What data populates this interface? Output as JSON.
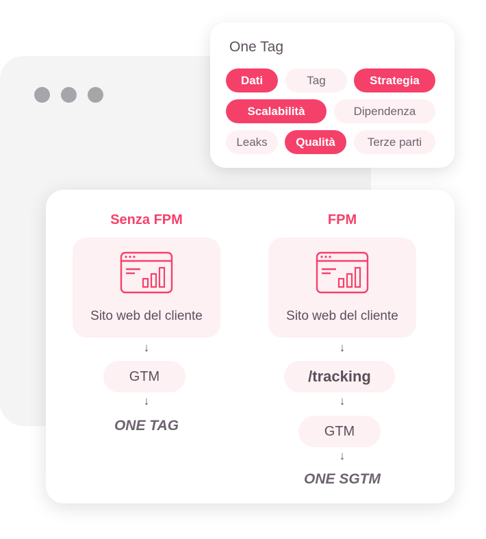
{
  "tag_panel": {
    "title": "One Tag",
    "chips": [
      {
        "label": "Dati",
        "active": true
      },
      {
        "label": "Tag",
        "active": false
      },
      {
        "label": "Strategia",
        "active": true
      },
      {
        "label": "Scalabilità",
        "active": true
      },
      {
        "label": "Dipendenza",
        "active": false
      },
      {
        "label": "Leaks",
        "active": false
      },
      {
        "label": "Qualità",
        "active": true
      },
      {
        "label": "Terze parti",
        "active": false
      }
    ]
  },
  "flow": {
    "left": {
      "title": "Senza FPM",
      "site_label": "Sito web del cliente",
      "steps": [
        "GTM"
      ],
      "end_label": "ONE TAG"
    },
    "right": {
      "title": "FPM",
      "site_label": "Sito web del cliente",
      "steps": [
        "/tracking",
        "GTM"
      ],
      "end_label": "ONE SGTM"
    },
    "arrow_glyph": "↓"
  },
  "colors": {
    "accent": "#f5406a",
    "chip_inactive_bg": "#fdf1f3",
    "text": "#5b4f5c"
  },
  "icons": [
    "window-dots-icon",
    "website-analytics-icon",
    "down-arrow-icon"
  ]
}
